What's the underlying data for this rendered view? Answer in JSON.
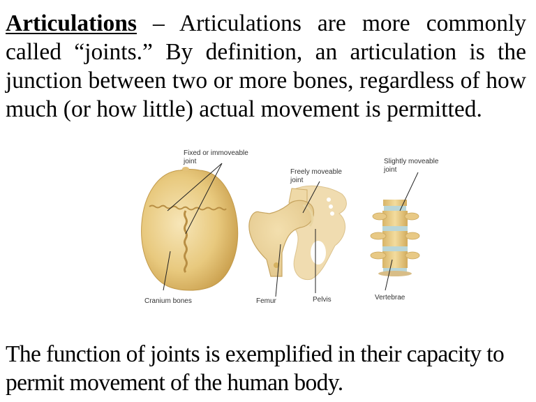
{
  "intro": {
    "term": "Articulations",
    "text": " – Articulations are more commonly called “joints.” By definition, an articulation is the junction between two or more bones, regardless of how much (or how little) actual movement is permitted."
  },
  "diagram": {
    "labels": {
      "fixed_joint_line1": "Fixed or immoveable",
      "fixed_joint_line2": "joint",
      "cranium": "Cranium bones",
      "freely_joint_line1": "Freely moveable",
      "freely_joint_line2": "joint",
      "femur": "Femur",
      "pelvis": "Pelvis",
      "slightly_joint_line1": "Slightly moveable",
      "slightly_joint_line2": "joint",
      "vertebrae": "Vertebrae"
    },
    "colors": {
      "bone": "#e9cf8c",
      "bone_dark": "#c9a657",
      "bone_light": "#f6e7bd",
      "pelvis": "#f0dcb0",
      "disc": "#b9d6d8",
      "leader_line": "#222222"
    }
  },
  "conclusion": {
    "text": "The function of joints is exemplified in their capacity to permit movement of the human body."
  }
}
